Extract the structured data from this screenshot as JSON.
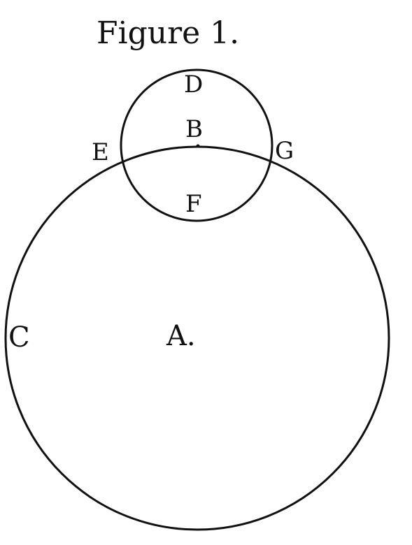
{
  "figure": {
    "title": "Figure 1.",
    "labels": {
      "D": "D",
      "B": "B",
      "E": "E",
      "G": "G",
      "F": "F",
      "C": "C",
      "A": "A."
    }
  },
  "colors": {
    "ink": "#111111",
    "paper": "#ffffff"
  }
}
